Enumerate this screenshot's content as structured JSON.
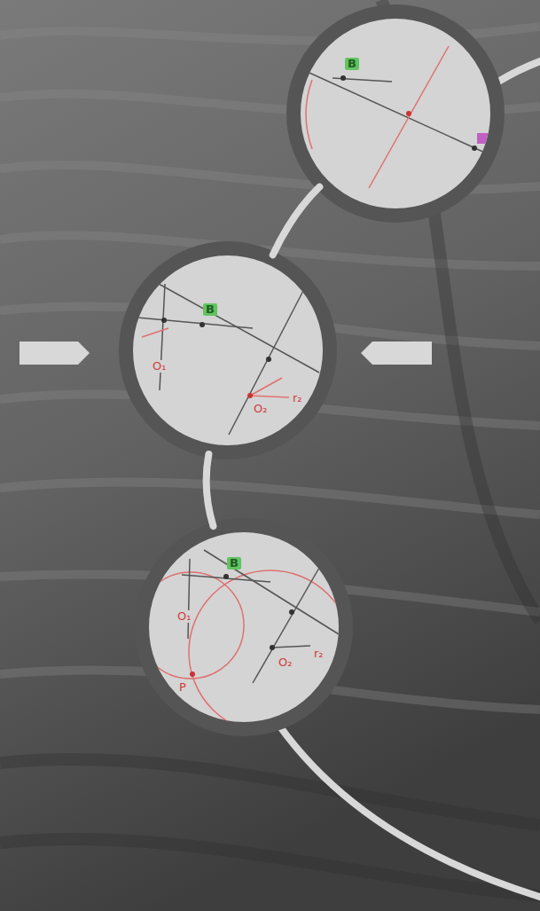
{
  "diagram": {
    "nodes": [
      {
        "text": [
          "B"
        ]
      },
      {
        "text": [
          "B",
          "O₁",
          "O₂",
          "r₂"
        ]
      },
      {
        "text": [
          "B",
          "O₁",
          "O₂",
          "r₂",
          "P"
        ]
      }
    ],
    "edges": [
      {
        "from": 0,
        "to": 1,
        "arrow": "none"
      },
      {
        "from": 1,
        "to": 2,
        "arrow": "none"
      }
    ]
  }
}
